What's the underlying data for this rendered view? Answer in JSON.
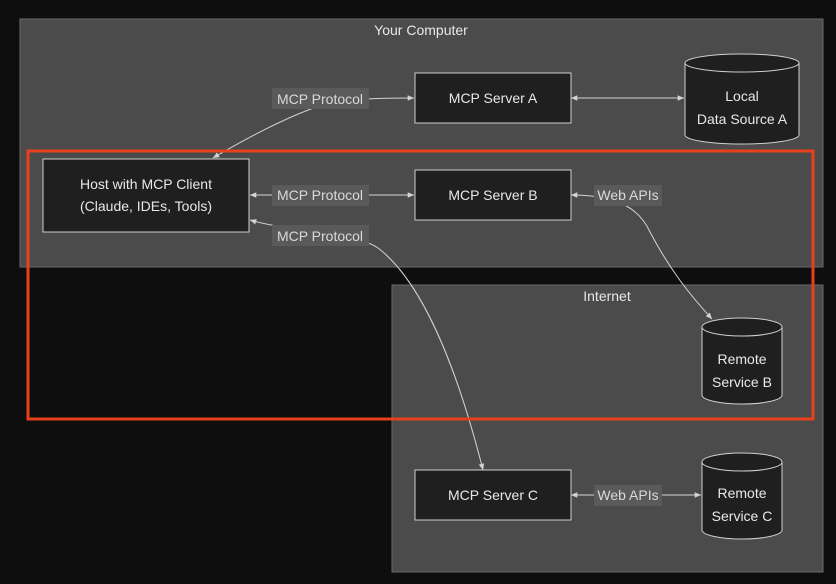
{
  "clusters": {
    "your_computer": "Your Computer",
    "internet": "Internet"
  },
  "nodes": {
    "host": [
      "Host with MCP Client",
      "(Claude, IDEs, Tools)"
    ],
    "server_a": [
      "MCP Server A"
    ],
    "server_b": [
      "MCP Server B"
    ],
    "server_c": [
      "MCP Server C"
    ],
    "local_ds": [
      "Local",
      "Data Source A"
    ],
    "remote_b": [
      "Remote",
      "Service B"
    ],
    "remote_c": [
      "Remote",
      "Service C"
    ]
  },
  "edges": {
    "host_a": "MCP Protocol",
    "host_b": "MCP Protocol",
    "host_c": "MCP Protocol",
    "b_remote": "Web APIs",
    "c_remote": "Web APIs"
  },
  "colors": {
    "background": "#0e0e0f",
    "cluster_fill": "#4a4b4a",
    "cluster_stroke": "#6a6a6a",
    "node_fill": "#1e1f1e",
    "node_stroke": "#cfcfcf",
    "edge": "#d4d4d4",
    "label_bg": "#5a5a5a",
    "highlight": "#e8401c"
  }
}
